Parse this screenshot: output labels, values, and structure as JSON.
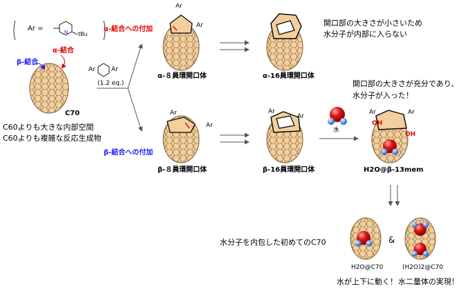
{
  "colors": {
    "cage_fill": "#f3cf9d",
    "cage_line": "#7a5a34",
    "alpha_red": "#e00000",
    "beta_blue": "#1a1aff",
    "oxygen": "#e01818",
    "hydrogen": "#6f9fe6"
  },
  "legend": {
    "ar_prefix": "Ar =",
    "tbu": "tBu"
  },
  "c70": {
    "alpha_bond": "α-結合",
    "beta_bond": "β-結合",
    "name": "C70",
    "desc1": "C60よりも大きな内部空間",
    "desc2": "C60よりも複雑な反応生成物"
  },
  "reagent": {
    "ar": "Ar",
    "eq": "(1.2 eq.)"
  },
  "alpha_path": {
    "addition": "α-結合への付加",
    "ring8": "α-８員環開口体",
    "ring16": "α-16員環開口体",
    "note1": "開口部の大きさが小さいため",
    "note2": "水分子が内部に入らない"
  },
  "beta_path": {
    "addition": "β-結合への付加",
    "ring8": "β-８員環開口体",
    "ring16": "β-16員環開口体",
    "water_label": "水",
    "note1": "開口部の大きさが充分であり、",
    "note2": "水分子が入った！",
    "h2o_product": "H2O@β-13mem",
    "oh": "OH"
  },
  "final": {
    "title": "水分子を内包した初めてのC70",
    "amp": "&",
    "single_label": "H2O@C70",
    "dimer_label": "(H2O)2@C70",
    "single_note": "水が上下に動く！",
    "dimer_note": "水二量体の実現！"
  }
}
